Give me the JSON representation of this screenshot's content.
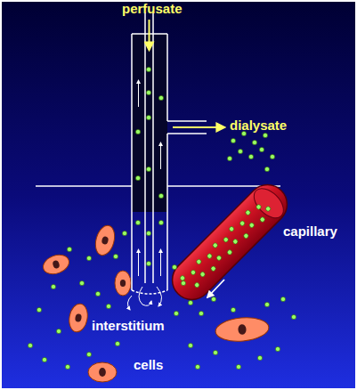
{
  "diagram": {
    "labels": [
      "perfusate",
      "dialysate",
      "capillary",
      "interstitium",
      "cells"
    ]
  }
}
